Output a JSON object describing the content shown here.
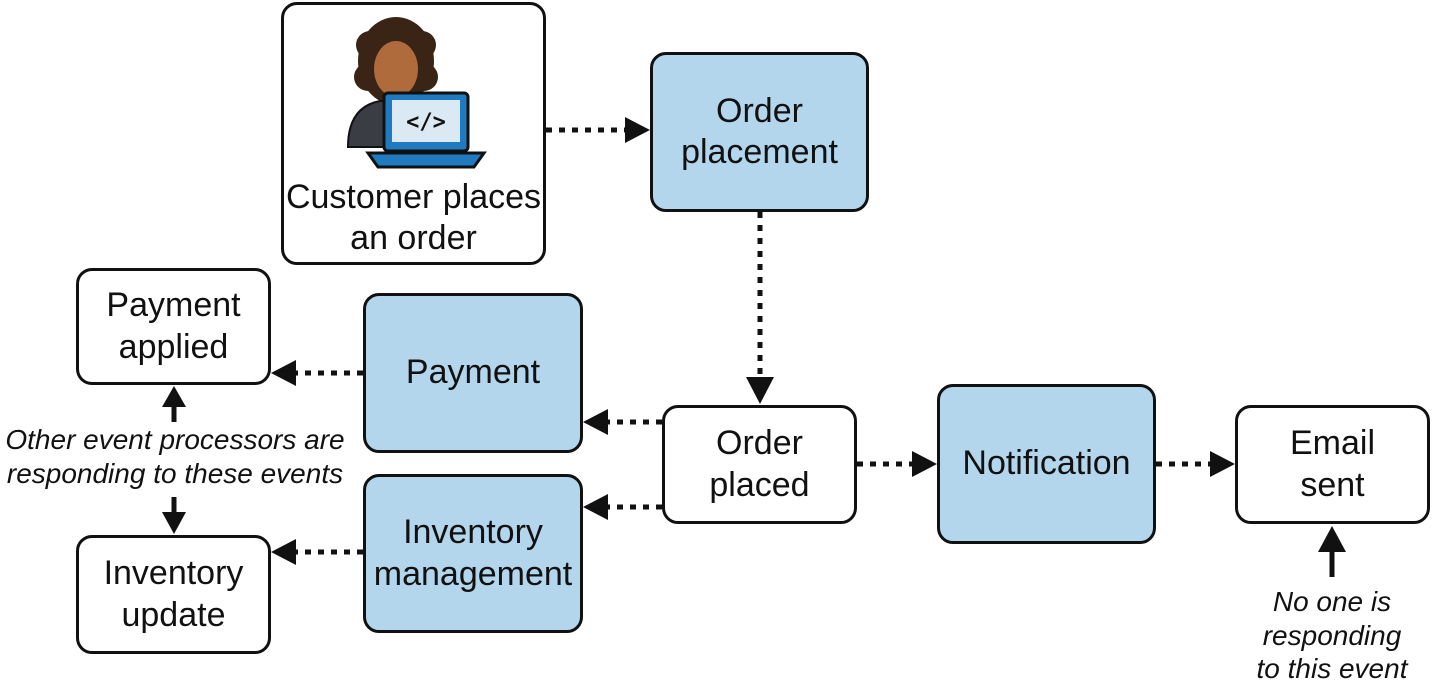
{
  "customer": {
    "line1": "Customer places",
    "line2": "an order",
    "code_glyph": "</>"
  },
  "processors": {
    "order_placement": {
      "line1": "Order",
      "line2": "placement"
    },
    "payment": {
      "line1": "Payment"
    },
    "inventory_management": {
      "line1": "Inventory",
      "line2": "management"
    },
    "notification": {
      "line1": "Notification"
    }
  },
  "events": {
    "order_placed": {
      "line1": "Order",
      "line2": "placed"
    },
    "payment_applied": {
      "line1": "Payment",
      "line2": "applied"
    },
    "inventory_update": {
      "line1": "Inventory",
      "line2": "update"
    },
    "email_sent": {
      "line1": "Email",
      "line2": "sent"
    }
  },
  "notes": {
    "others_line1": "Other event processors are",
    "others_line2": "responding to these events",
    "no_one_line1": "No one is",
    "no_one_line2": "responding",
    "no_one_line3": "to this event"
  },
  "colors": {
    "processor_fill": "#b3d6ec",
    "event_fill": "#ffffff",
    "stroke": "#111111",
    "laptop_blue": "#1f7ac0"
  }
}
